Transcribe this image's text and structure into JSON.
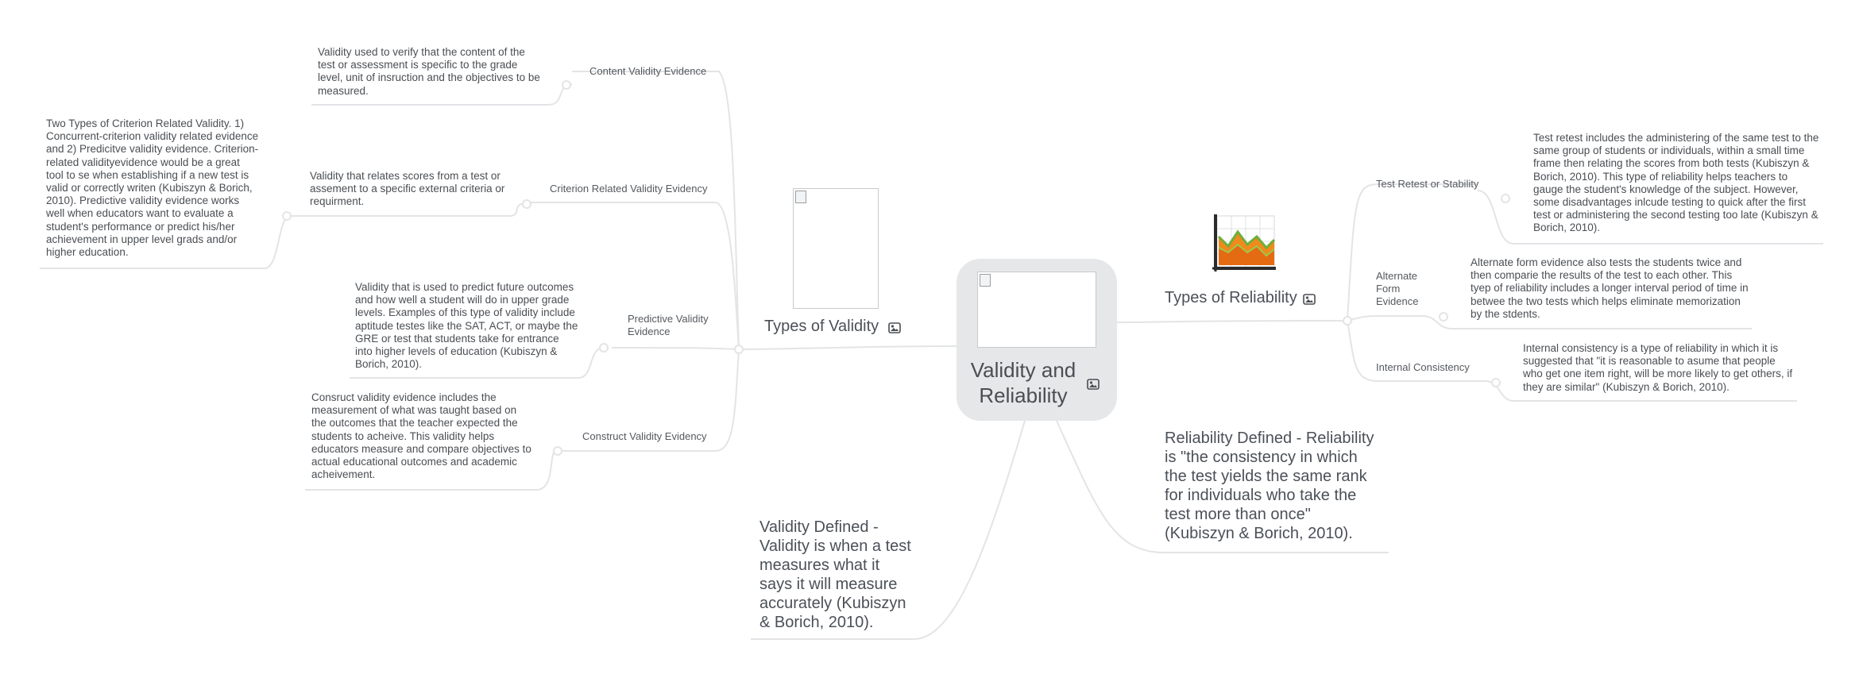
{
  "root": {
    "title": "Validity and Reliability",
    "image_icon": "image-icon"
  },
  "validity": {
    "label": "Types of Validity",
    "image_icon": "image-icon",
    "definition": "Validity Defined - Validity is when a test measures what it says it will measure accurately (Kubiszyn & Borich, 2010).",
    "branches": {
      "content": {
        "label": "Content Validity Evidence",
        "note": "Validity used to verify that the content of the test or assessment is specific to the grade level, unit of insruction and the objectives to be measured."
      },
      "criterion": {
        "label": "Criterion Related Validity Evidency",
        "note": "Validity that relates scores from a test or assement to a specific external criteria or requirment.",
        "subnote": "Two Types of Criterion Related Validity. 1) Concurrent-criterion validity related evidence and 2) Predicitve validity evidence. Criterion-related validityevidence would be a great tool to se when establishing if a new test is valid or correctly writen (Kubiszyn & Borich, 2010). Predictive validity evidence works well when educators want to evaluate a student's performance or predict his/her achievement in upper level grads and/or higher education."
      },
      "predictive": {
        "label": "Predictive Validity Evidence",
        "note": "Validity that is used to predict future outcomes and how well a student will do in upper grade levels. Examples of this type of validity include aptitude testes like the SAT, ACT, or maybe the GRE or test that students take for entrance into higher levels of education (Kubiszyn & Borich, 2010)."
      },
      "construct": {
        "label": "Construct Validity Evidency",
        "note": "Consruct validity evidence includes the measurement of what was taught based on the outcomes that the teacher expected the students to acheive. This validity helps educators measure and compare objectives to actual educational outcomes and academic acheivement."
      }
    }
  },
  "reliability": {
    "label": "Types of Reliability",
    "image_icon": "image-icon",
    "chart_icon": "area-chart-icon",
    "definition": "Reliability Defined - Reliability is \"the consistency in which the test yields the same rank for individuals who take the test more than once\" (Kubiszyn & Borich, 2010).",
    "branches": {
      "retest": {
        "label": "Test Retest or Stability",
        "note": "Test retest includes the administering of the same test to the same group of students or individuals, within a small time frame then relating the scores from both tests (Kubiszyn & Borich, 2010). This type of reliability helps teachers to gauge the student's knowledge of the subject. However, some disadvantages inlcude testing to quick after the first test or administering the second testing too late (Kubiszyn & Borich, 2010)."
      },
      "alternate": {
        "label": "Alternate Form Evidence",
        "note": "Alternate form evidence also tests the students twice and then comparie the results of the test to each other. This tyep of reliability includes a longer interval period of time in betwee the two tests which helps eliminate memorization by the stdents."
      },
      "internal": {
        "label": "Internal Consistency",
        "note": "Internal consistency is a type of reliability in which it is suggested that \"it is reasonable to asume that people who get one item right, will be more likely to get others, if they are similar\" (Kubiszyn & Borich, 2010)."
      }
    }
  },
  "colors": {
    "link": "#e3e4e6",
    "root_fill": "#e6e7e8",
    "text": "#4a4e53"
  }
}
